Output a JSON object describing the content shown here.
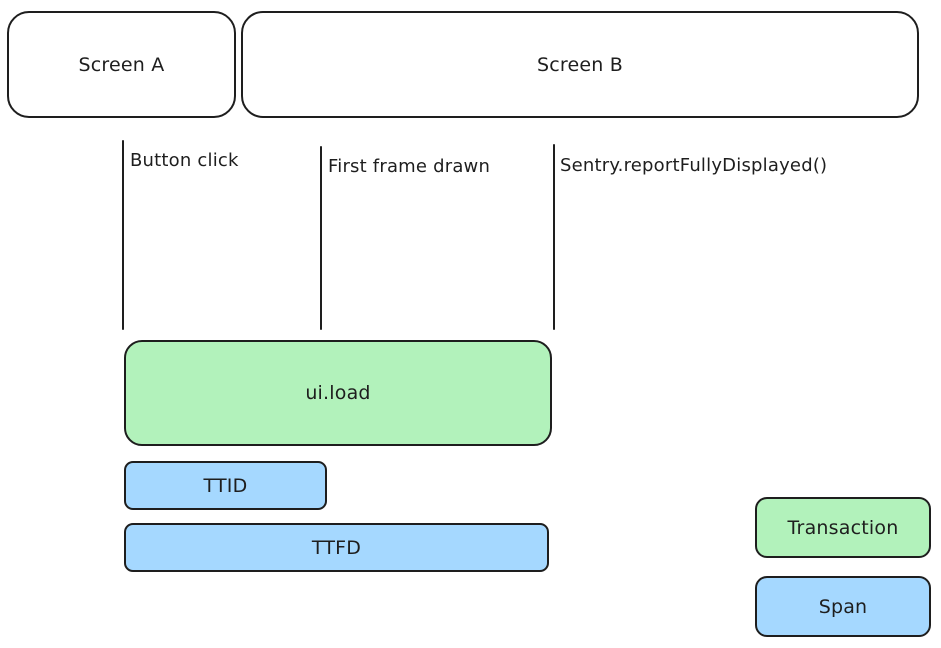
{
  "screens": {
    "a": "Screen A",
    "b": "Screen B"
  },
  "events": {
    "button_click": "Button click",
    "first_frame": "First frame drawn",
    "fully_displayed": "Sentry.reportFullyDisplayed()"
  },
  "transaction": {
    "label": "ui.load"
  },
  "spans": {
    "ttid": "TTID",
    "ttfd": "TTFD"
  },
  "legend": {
    "transaction": "Transaction",
    "span": "Span"
  },
  "colors": {
    "transaction": "#b2f2bb",
    "span": "#a5d8ff",
    "stroke": "#1e1e1e"
  }
}
